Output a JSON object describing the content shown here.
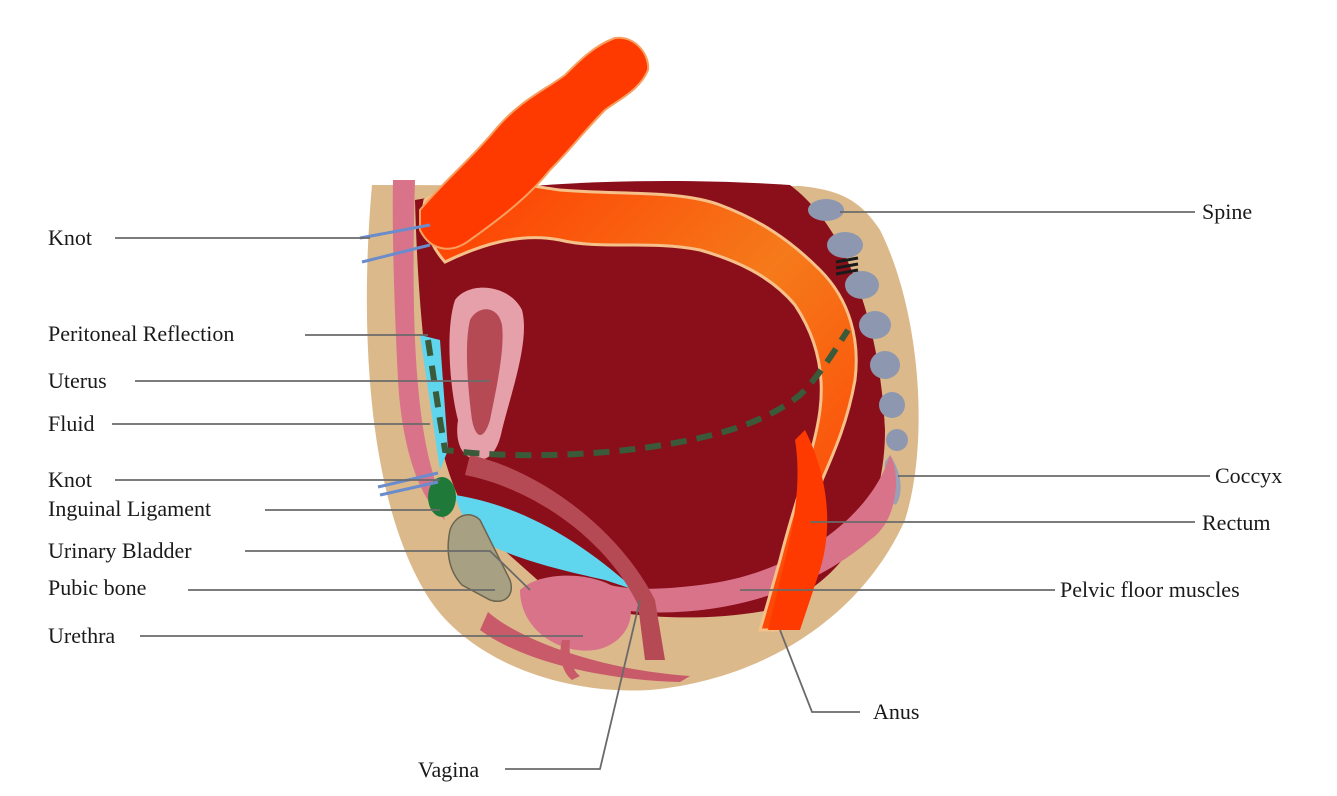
{
  "labels": {
    "knot_top": "Knot",
    "peritoneal_reflection": "Peritoneal Reflection",
    "uterus": "Uterus",
    "fluid": "Fluid",
    "knot_bottom": "Knot",
    "inguinal_ligament": "Inguinal Ligament",
    "urinary_bladder": "Urinary Bladder",
    "pubic_bone": "Pubic bone",
    "urethra": "Urethra",
    "vagina": "Vagina",
    "anus": "Anus",
    "spine": "Spine",
    "coccyx": "Coccyx",
    "rectum": "Rectum",
    "pelvic_floor_muscles": "Pelvic floor muscles"
  },
  "colors": {
    "colon": "#f25a1a",
    "colon_dark": "#ff3a00",
    "cavity": "#8b0f1a",
    "tan": "#dcb98a",
    "pink": "#d9738a",
    "fluid": "#5fd6ee",
    "ligament": "#1f7a3a",
    "bone": "#a8a082",
    "vertebra": "#8e97b0",
    "leader": "#6a6a6a"
  }
}
